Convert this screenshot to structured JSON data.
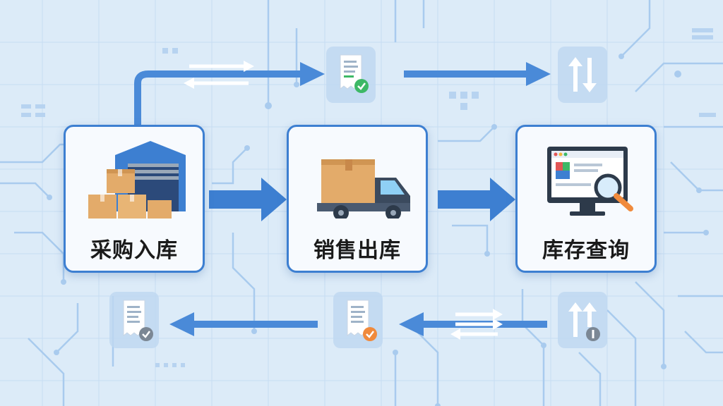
{
  "diagram": {
    "steps": [
      {
        "id": "purchase",
        "label": "采购入库",
        "icon": "warehouse-boxes-icon"
      },
      {
        "id": "sales",
        "label": "销售出库",
        "icon": "delivery-truck-icon"
      },
      {
        "id": "inventory",
        "label": "库存查询",
        "icon": "monitor-magnifier-icon"
      }
    ],
    "tiles": [
      {
        "id": "receipt-top",
        "icon": "receipt-check-icon",
        "badge_color": "#3db866"
      },
      {
        "id": "transfer-top",
        "icon": "vertical-arrows-icon"
      },
      {
        "id": "receipt-bottom-left",
        "icon": "receipt-check-icon",
        "badge_color": "#7b8794"
      },
      {
        "id": "receipt-bottom-mid",
        "icon": "receipt-check-icon",
        "badge_color": "#f08a3c"
      },
      {
        "id": "transfer-bottom",
        "icon": "vertical-arrows-info-icon",
        "badge_color": "#7b8794"
      }
    ],
    "colors": {
      "background": "#dcebf8",
      "accent": "#3d7fd1",
      "card_border": "#3d7fd1",
      "circuit": "#a9cbee"
    }
  }
}
